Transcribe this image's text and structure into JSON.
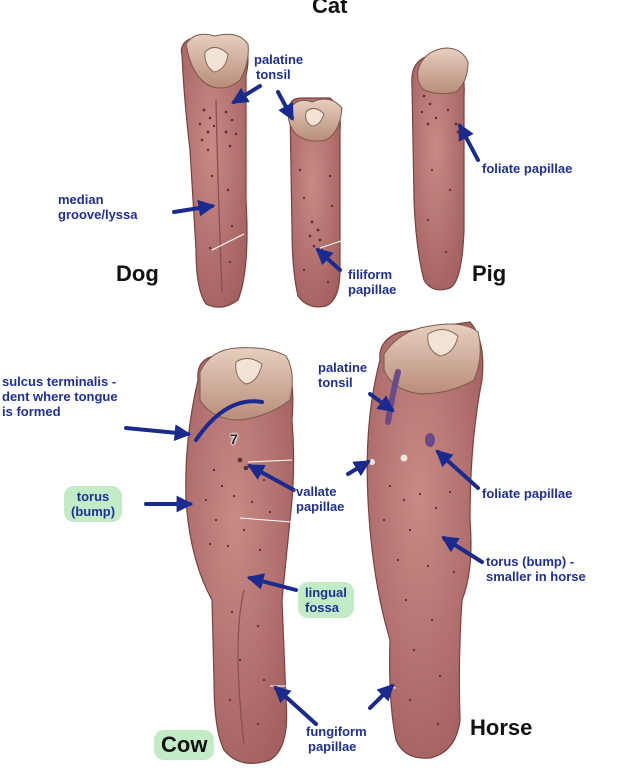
{
  "species": {
    "cat": "Cat",
    "dog": "Dog",
    "pig": "Pig",
    "cow": "Cow",
    "horse": "Horse"
  },
  "labels": {
    "palatine_tonsil_top": [
      "palatine",
      "tonsil"
    ],
    "foliate_papillae_pig": "foliate papillae",
    "median_groove": [
      "median",
      "groove/lyssa"
    ],
    "filiform_papillae": [
      "filiform",
      "papillae"
    ],
    "sulcus_terminalis": [
      "sulcus terminalis -",
      "dent where tongue",
      "is formed"
    ],
    "torus": [
      "torus",
      "(bump)"
    ],
    "vallate_papillae": [
      "vallate",
      "papillae"
    ],
    "lingual_fossa": [
      "lingual",
      "fossa"
    ],
    "palatine_tonsil_horse": [
      "palatine",
      "tonsil"
    ],
    "foliate_papillae_horse": "foliate papillae",
    "torus_horse": [
      "torus (bump) -",
      "smaller in horse"
    ],
    "fungiform_papillae": [
      "fungiform",
      "papillae"
    ],
    "numeral": "7"
  },
  "colors": {
    "label_text": "#1f2f9a",
    "arrow": "#1a2a8f",
    "highlight": "#c3ebc6",
    "tongue": "#b6716f",
    "tongue_dark": "#8a4f4e",
    "throat": "#d8b9a6"
  }
}
